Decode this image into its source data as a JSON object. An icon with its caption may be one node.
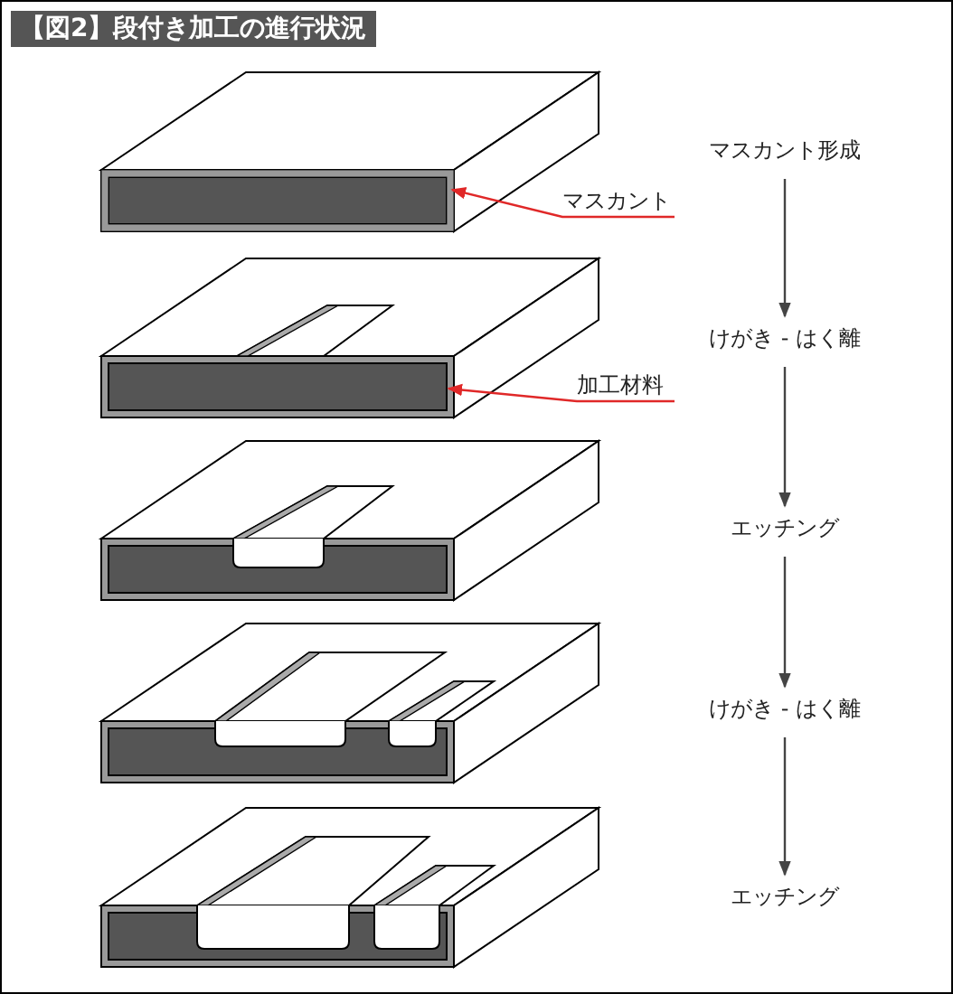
{
  "diagram": {
    "title": "【図2】段付き加工の進行状況",
    "nodes": [
      {
        "text": [
          "マスカント形成"
        ]
      },
      {
        "text": [
          "けがき - はく離"
        ]
      },
      {
        "text": [
          "エッチング"
        ]
      },
      {
        "text": [
          "けがき - はく離"
        ]
      },
      {
        "text": [
          "エッチング"
        ]
      },
      {
        "text": [
          "マスカント"
        ]
      },
      {
        "text": [
          "加工材料"
        ]
      },
      {
        "text": [],
        "shape": "box"
      },
      {
        "text": [],
        "shape": "box"
      }
    ],
    "edges": [
      {
        "from": 0,
        "to": 1,
        "arrow": "to"
      },
      {
        "from": 1,
        "to": 2,
        "arrow": "to"
      },
      {
        "from": 2,
        "to": 3,
        "arrow": "to"
      },
      {
        "from": 3,
        "to": 4,
        "arrow": "to"
      },
      {
        "from": 5,
        "to": 7,
        "arrow": "to",
        "color": "#e02828"
      },
      {
        "from": 6,
        "to": 8,
        "arrow": "to",
        "color": "#e02828"
      }
    ]
  }
}
